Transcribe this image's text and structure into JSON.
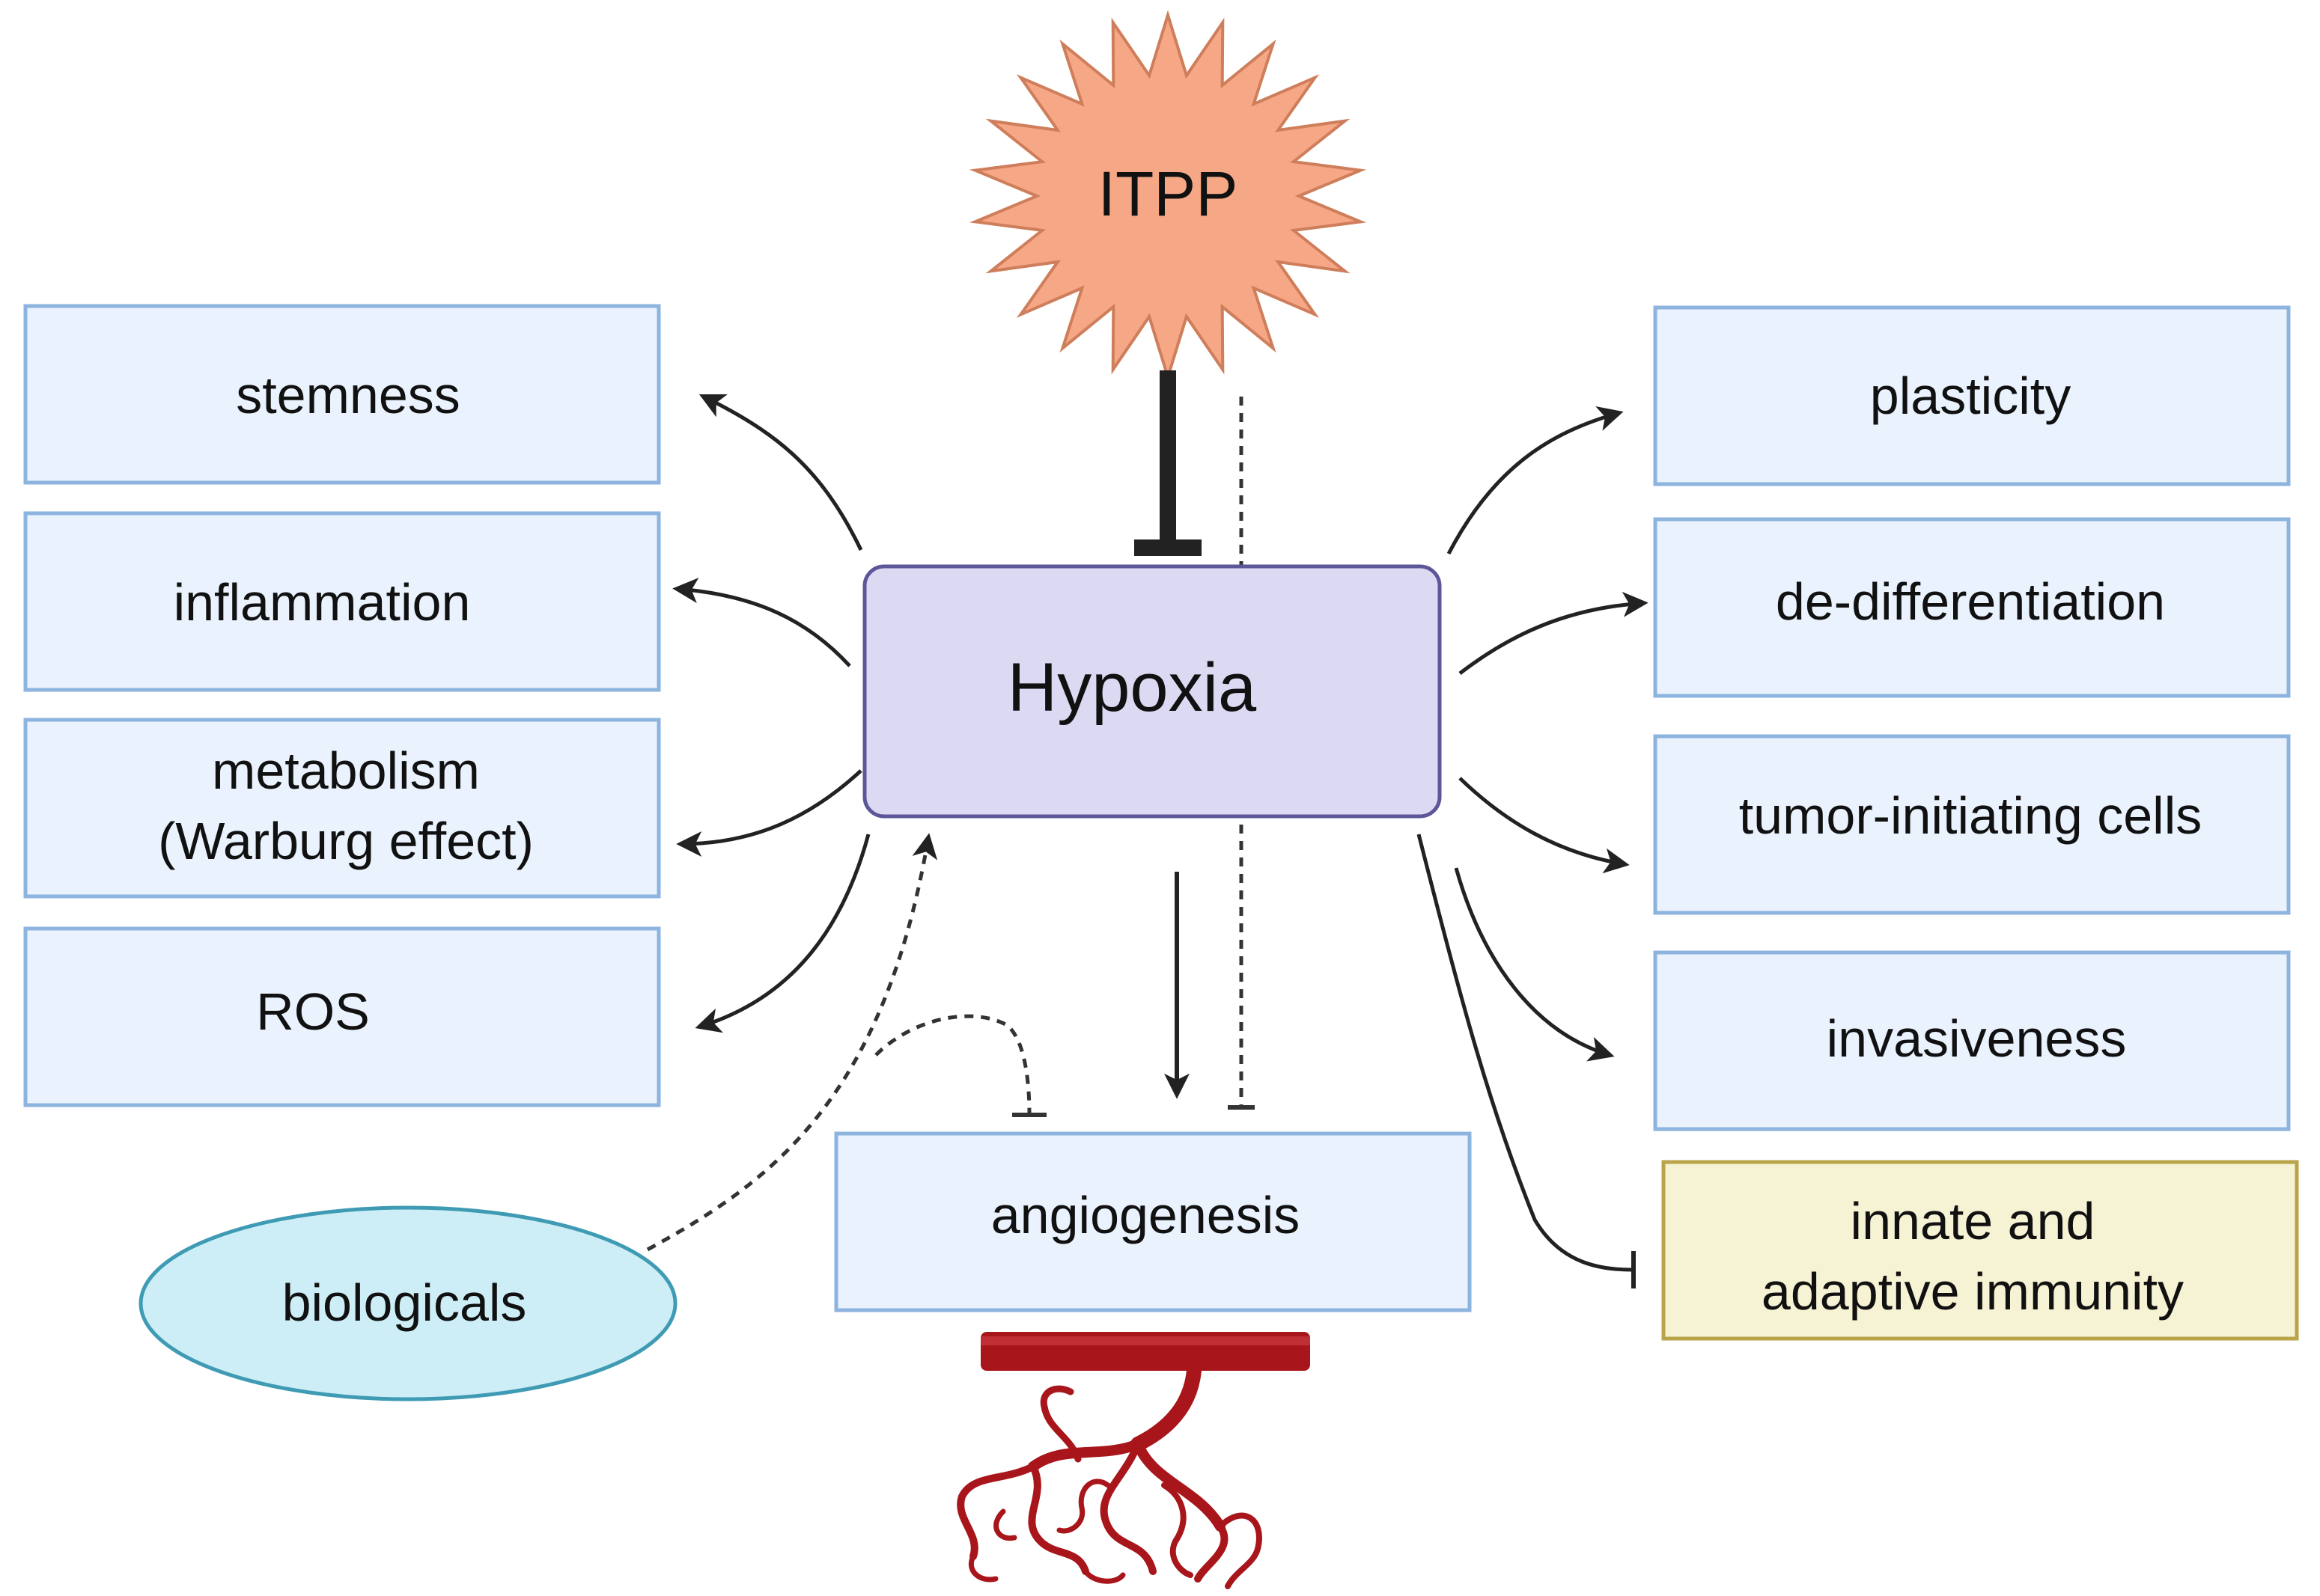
{
  "drug": {
    "label": "ITPP"
  },
  "center": {
    "label": "Hypoxia"
  },
  "left_effects": [
    {
      "lines": [
        "stemness"
      ]
    },
    {
      "lines": [
        "inflammation"
      ]
    },
    {
      "lines": [
        "metabolism",
        "(Warburg effect)"
      ]
    },
    {
      "lines": [
        "ROS"
      ]
    }
  ],
  "right_effects": [
    {
      "lines": [
        "plasticity"
      ]
    },
    {
      "lines": [
        "de-differentiation"
      ]
    },
    {
      "lines": [
        "tumor-initiating cells"
      ]
    },
    {
      "lines": [
        "invasiveness"
      ]
    },
    {
      "lines": [
        "innate and",
        "adaptive immunity"
      ]
    }
  ],
  "bottom": {
    "label": "angiogenesis"
  },
  "biologicals": {
    "label": "biologicals"
  },
  "colors": {
    "box_fill": "#e9f2fd",
    "box_stroke": "#8db3df",
    "hypoxia_fill": "#dcdaf3",
    "hypoxia_stroke": "#5b5799",
    "itpp_fill": "#f5a786",
    "itpp_stroke": "#cf7e5b",
    "immunity_fill": "#f6f2d4",
    "immunity_stroke": "#b9a44a",
    "bio_fill": "#cdeef6",
    "bio_stroke": "#3f9bb4",
    "vessel": "#a8161b",
    "arrow": "#222222"
  },
  "icons": {
    "vessel": "blood-vessel-icon"
  }
}
